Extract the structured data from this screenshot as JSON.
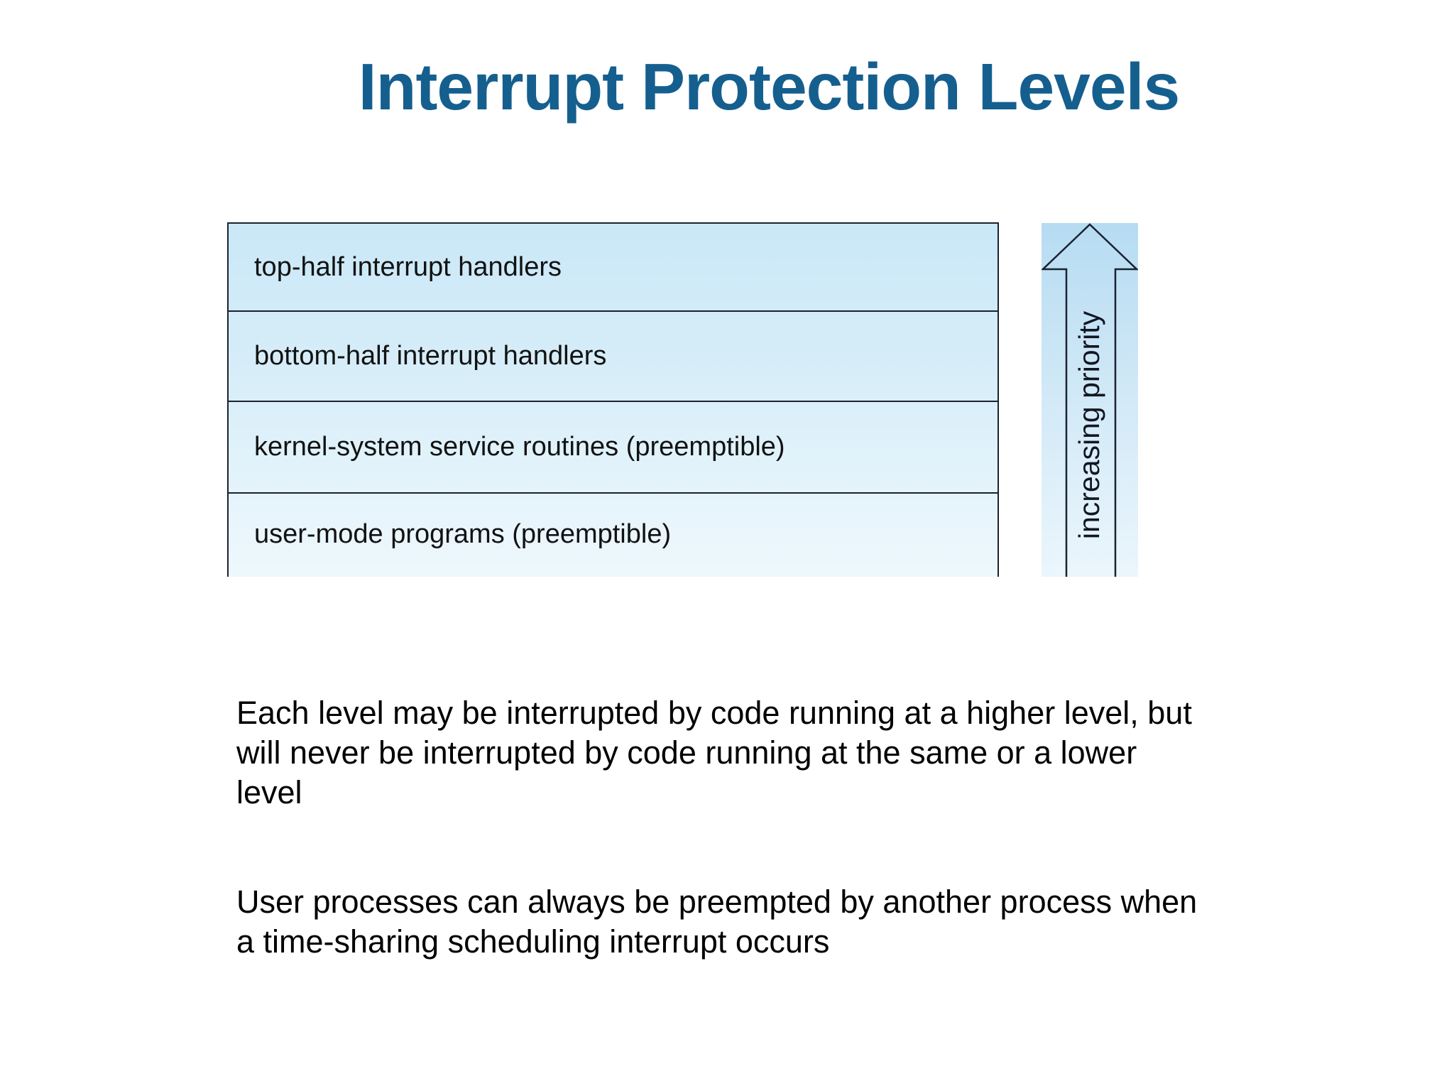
{
  "slide": {
    "title": "Interrupt Protection Levels"
  },
  "diagram": {
    "levels": [
      {
        "label": "top-half interrupt handlers"
      },
      {
        "label": "bottom-half interrupt handlers"
      },
      {
        "label": "kernel-system service routines (preemptible)"
      },
      {
        "label": "user-mode programs (preemptible)"
      }
    ],
    "arrow_label": "increasing priority",
    "arrow_icon": "up-arrow-outline-icon"
  },
  "paragraphs": [
    {
      "lines": [
        "Each level may be interrupted by code running at a higher level, but",
        "will never be interrupted by code running at the same or a lower",
        "level"
      ]
    },
    {
      "lines": [
        "User processes can always be preempted by another process when",
        "a time-sharing scheduling interrupt occurs"
      ]
    }
  ],
  "colors": {
    "title_text": "#155f8f",
    "level_fill_top": "#cae8f7",
    "level_fill_bottom": "#eef8fd",
    "arrow_fill_top": "#b6dcf2",
    "arrow_fill_bottom": "#ebf6fc",
    "outline": "#1b2230",
    "body_text": "#000000",
    "background": "#ffffff"
  }
}
